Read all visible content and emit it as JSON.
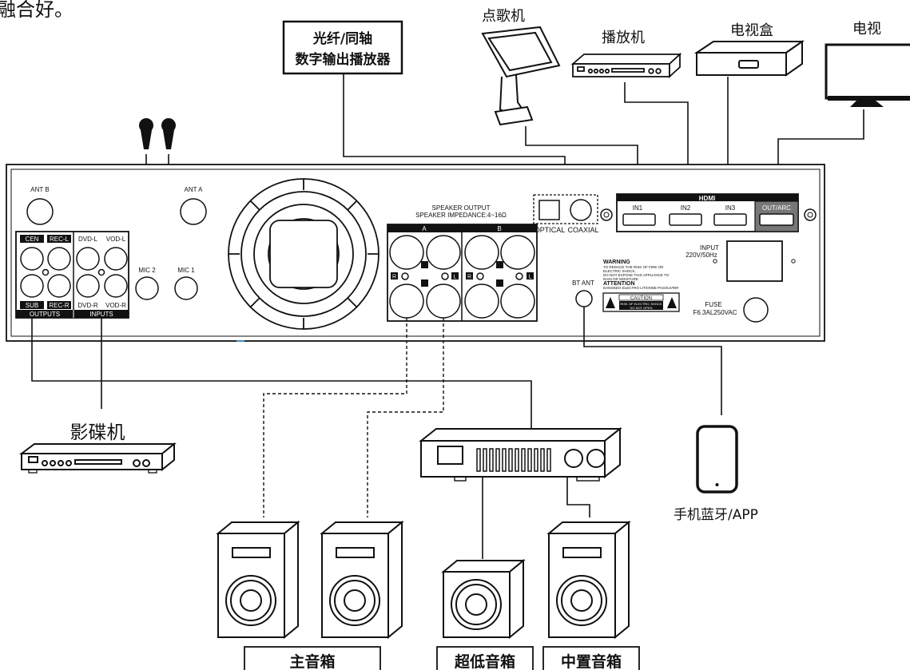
{
  "header": {
    "cut_text": "融合好。"
  },
  "devices": {
    "optical_player": {
      "line1": "光纤/同轴",
      "line2": "数字输出播放器"
    },
    "karaoke_machine": {
      "label": "点歌机"
    },
    "player": {
      "label": "播放机"
    },
    "tv_box": {
      "label": "电视盒"
    },
    "tv": {
      "label": "电视"
    },
    "dvd_player": {
      "label": "影碟机"
    },
    "phone": {
      "label": "手机蓝牙/APP"
    }
  },
  "panel": {
    "ant_b": "ANT B",
    "ant_a": "ANT A",
    "mic2": "MIC 2",
    "mic1": "MIC 1",
    "outputs_block": {
      "cen": "CEN",
      "rec_l": "REC-L",
      "sub": "SUB",
      "rec_r": "REC-R",
      "footer": "OUTPUTS"
    },
    "inputs_block": {
      "dvd_l": "DVD-L",
      "vod_l": "VOD-L",
      "dvd_r": "DVD-R",
      "vod_r": "VOD-R",
      "footer": "INPUTS"
    },
    "speaker_output": {
      "line1": "SPEAKER OUTPUT",
      "line2": "SPEAKER IMPEDANCE:4~16Ω",
      "zone_a": "A",
      "zone_b": "B",
      "r": "R",
      "l": "L"
    },
    "optical": "OPTICAL",
    "coaxial": "COAXIAL",
    "hdmi": {
      "title": "HDMI",
      "in1": "IN1",
      "in2": "IN2",
      "in3": "IN3",
      "out_arc": "OUT/ARC"
    },
    "input_power": {
      "line1": "INPUT",
      "line2": "220V/50Hz"
    },
    "fuse": {
      "line1": "FUSE",
      "line2": "F6.3AL250VAC"
    },
    "bt_ant": "BT ANT",
    "warning": {
      "title": "WARNING",
      "line1": "TO REDUCE THE RISK OF FIRE OR",
      "line2": "ELECTRIC SHOCK,",
      "line3": "DO NOT EXPOSE THIS APPLIANCE TO",
      "line4": "RAIN OR MOISTURE.",
      "attention": "ATTENTION",
      "attention_line": "DANGEEO ELECTRO LITIONNE PASOUVRIR",
      "caution": "CAUTION",
      "caution_line1": "RISK OF ELECTRIC SHOCK",
      "caution_line2": "DO NOT OPEN"
    }
  },
  "speakers": {
    "main": "主音箱",
    "sub": "超低音箱",
    "center": "中置音箱"
  }
}
